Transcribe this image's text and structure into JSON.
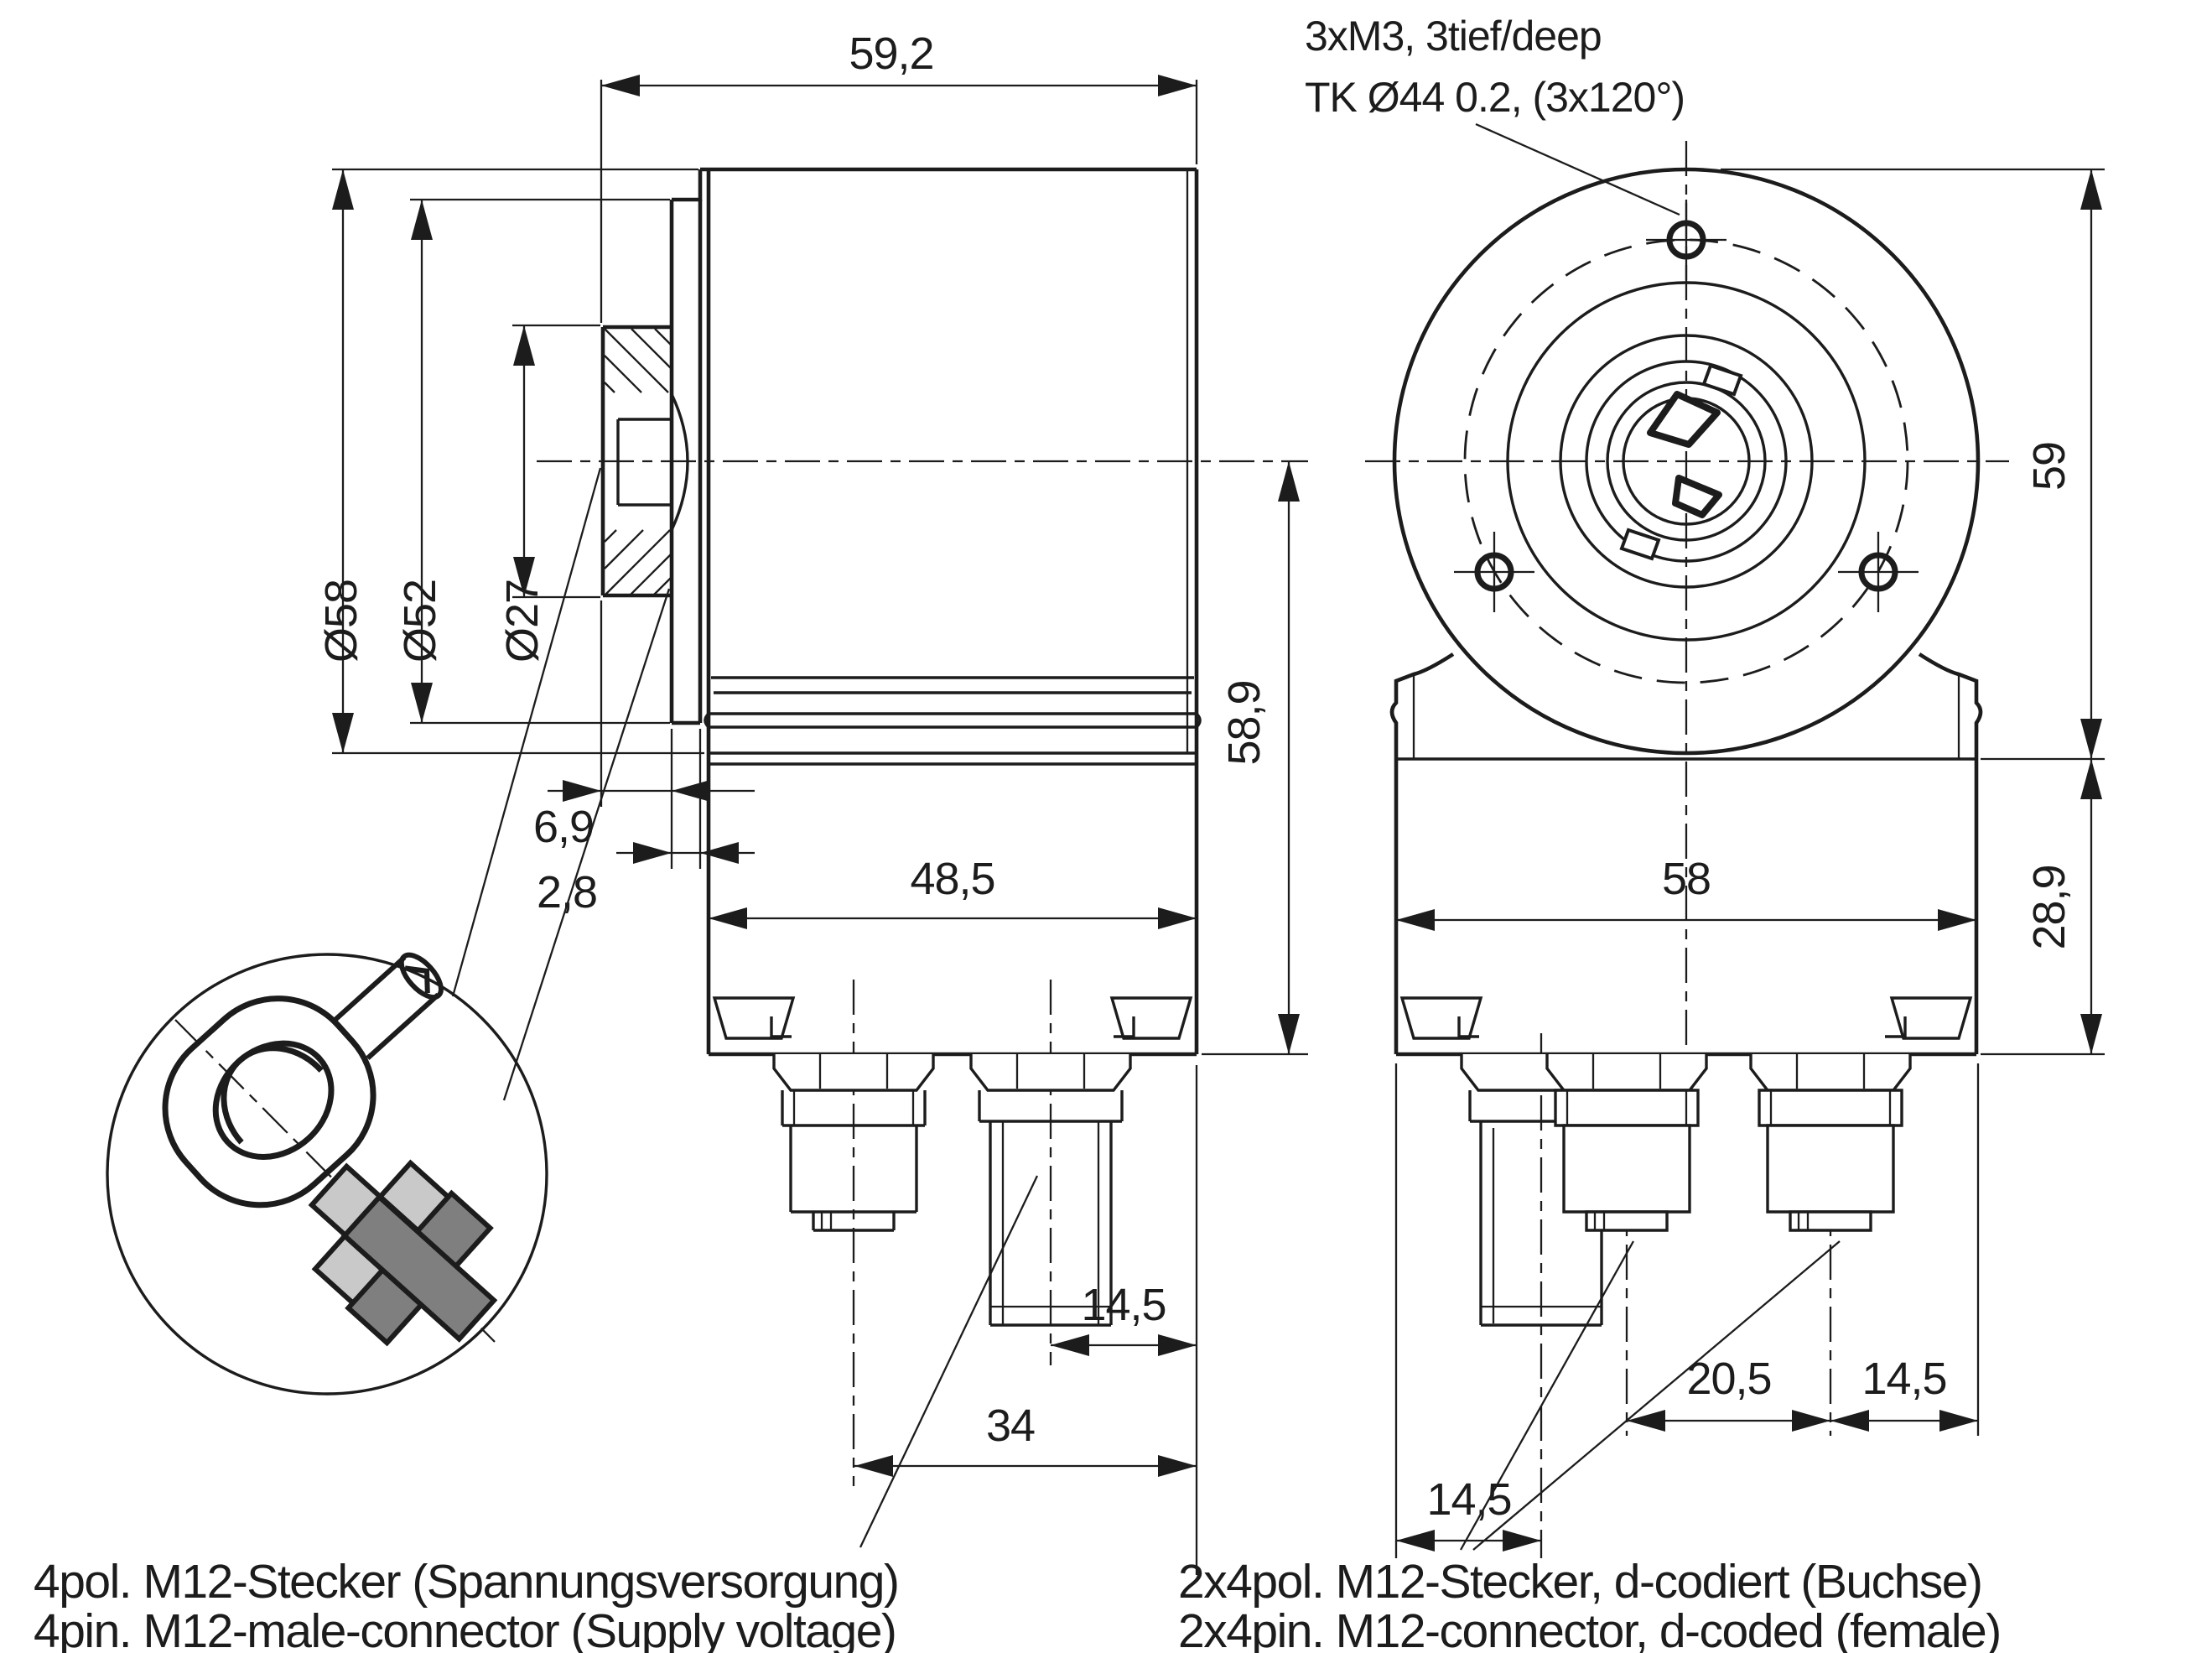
{
  "drawing": {
    "type": "dimensional technical drawing, rotary encoder with M12 connectors, two orthographic views and one detail bubble",
    "colors": {
      "ink": "#1c1c1c",
      "background": "#ffffff",
      "detail_cross_light": "#c9c9c9",
      "detail_cross_dark": "#7f7f7f"
    },
    "notes": {
      "thread_note": "3xM3, 3tief/deep",
      "bolt_circle_note": "TK Ø44  0.2, (3x120°)"
    },
    "side_view": {
      "overall_width": "59,2",
      "dia_housing": "Ø58",
      "dia_pilot": "Ø52",
      "dia_clamp_ring": "Ø27",
      "clamp_protrusion": "6,9",
      "flange_thickness": "2,8",
      "body_width": "48,5",
      "center_to_bottom": "58,9",
      "connector_to_edge": "14,5",
      "connector_center_to_edge": "34"
    },
    "front_view": {
      "upper_height": "59",
      "lower_height": "28,9",
      "body_width": "58",
      "left_connector_offset": "14,5",
      "connector_spacing": "20,5",
      "right_connector_offset": "14,5"
    },
    "labels": {
      "supply_de": "4pol. M12-Stecker (Spannungsversorgung)",
      "supply_en": "4pin. M12-male-connector (Supply voltage)",
      "signal_de": "2x4pol. M12-Stecker, d-codiert (Buchse)",
      "signal_en": "2x4pin. M12-connector, d-coded (female)"
    }
  }
}
